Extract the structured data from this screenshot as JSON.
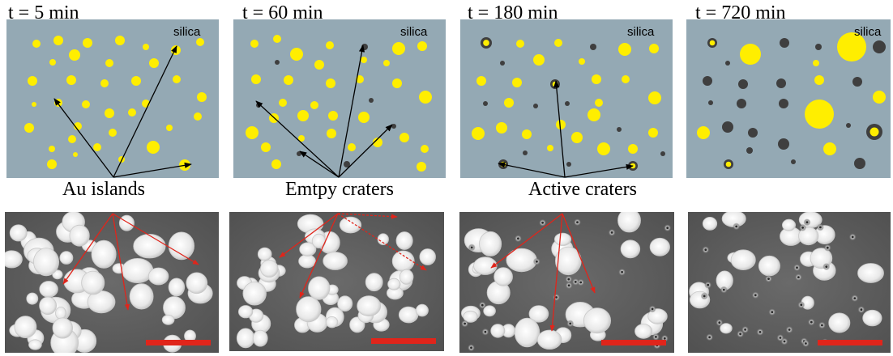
{
  "colors": {
    "substrate": "#94a9b4",
    "au_island": "#ffee00",
    "crater": "#3f3f3f",
    "arrow_black": "#000000",
    "arrow_red": "#e0251b",
    "scale_bar": "#e0251b",
    "sem_background": "#5d5d5d",
    "sem_particle": "#eeeeee"
  },
  "panels": [
    {
      "time_label": "t = 5 min",
      "substrate_label": "silica"
    },
    {
      "time_label": "t = 60 min",
      "substrate_label": "silica"
    },
    {
      "time_label": "t = 180 min",
      "substrate_label": "silica"
    },
    {
      "time_label": "t = 720 min",
      "substrate_label": "silica"
    }
  ],
  "captions": {
    "au_islands": "Au islands",
    "empty_craters": "Emtpy craters",
    "active_craters": "Active craters"
  }
}
